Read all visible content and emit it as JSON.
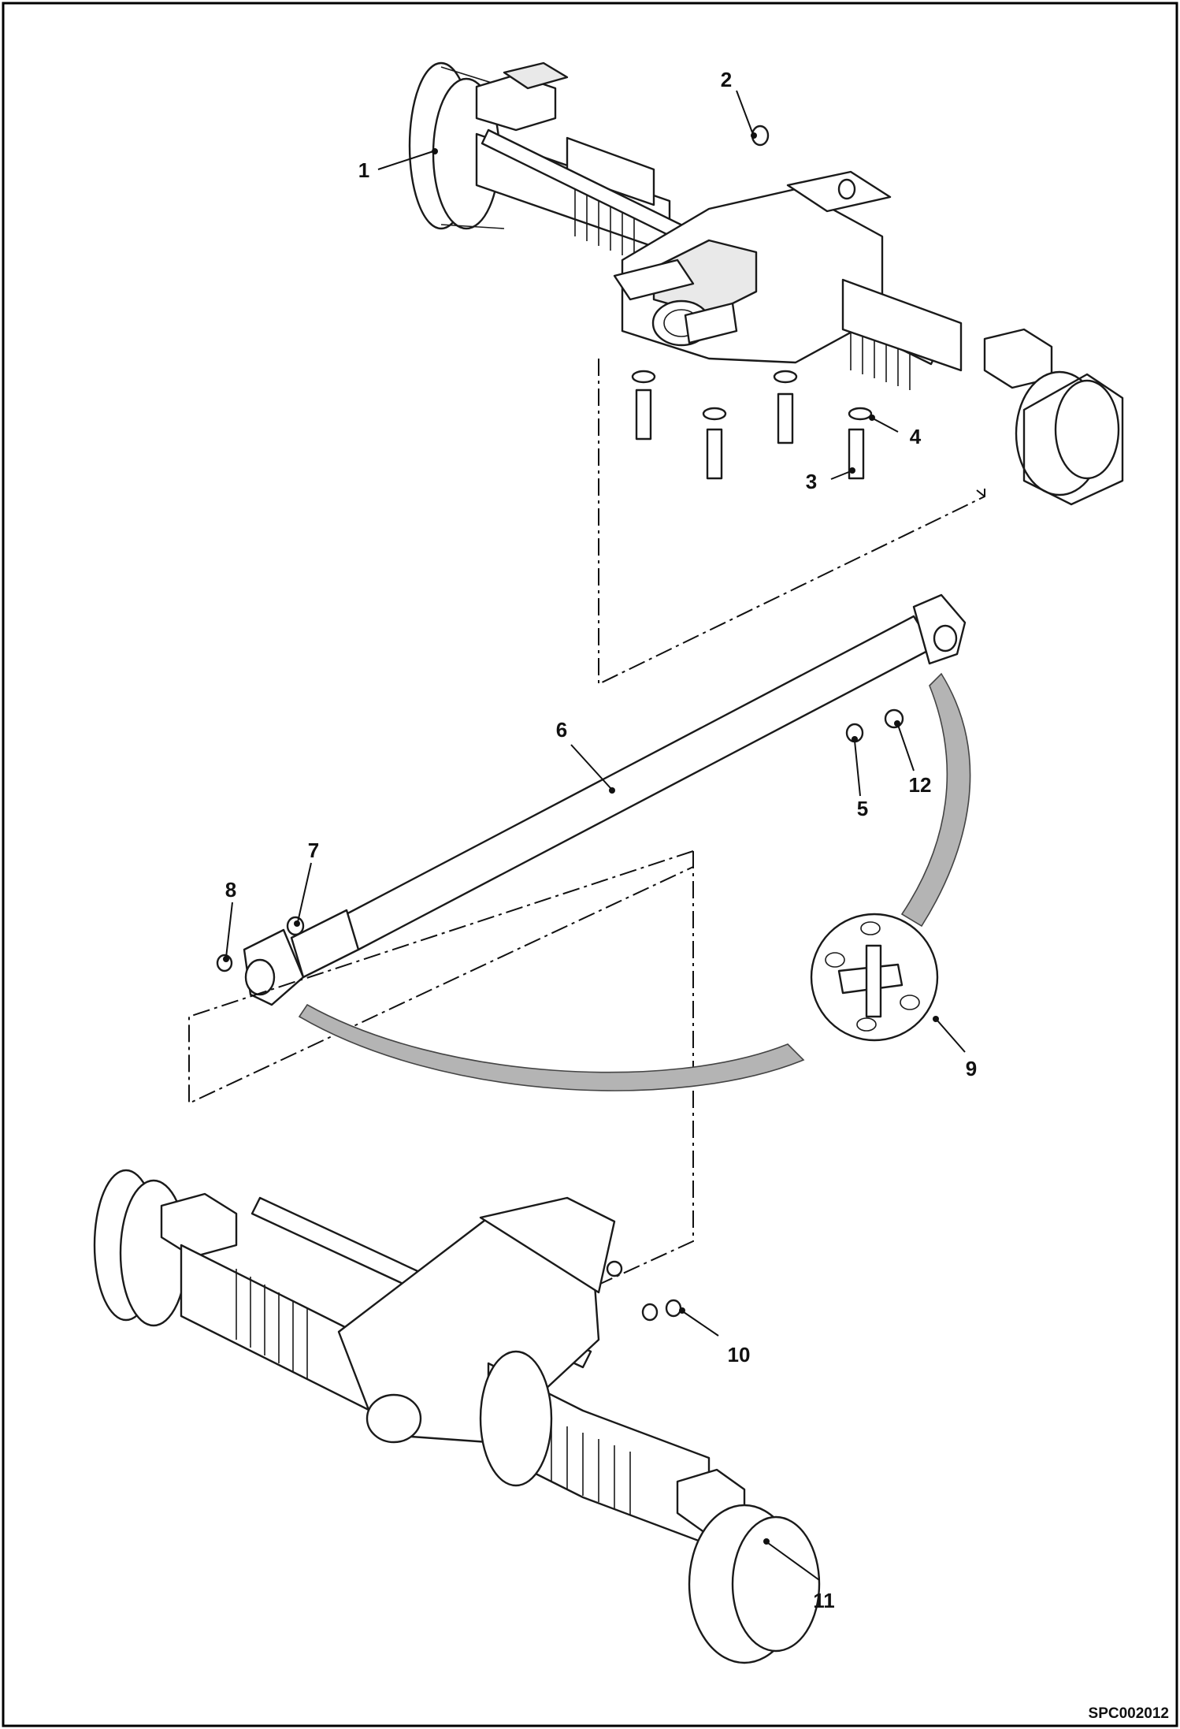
{
  "drawing_code": "SPC002012",
  "callouts": [
    "1",
    "2",
    "3",
    "4",
    "5",
    "6",
    "7",
    "8",
    "9",
    "10",
    "11",
    "12"
  ]
}
